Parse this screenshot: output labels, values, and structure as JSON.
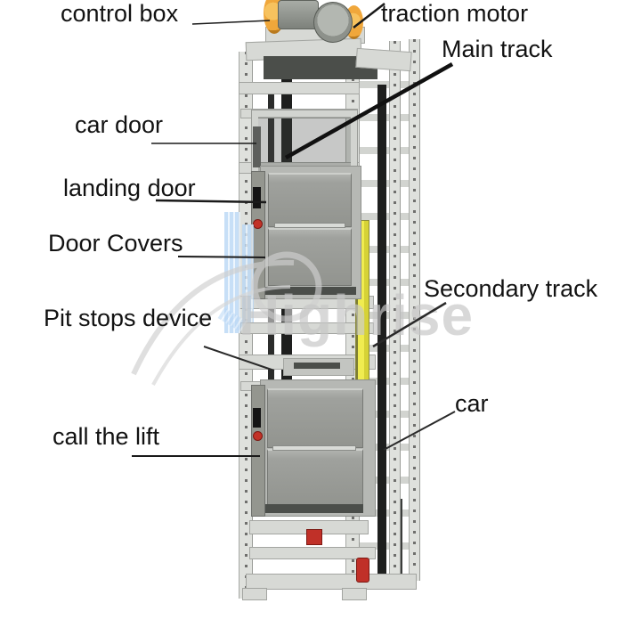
{
  "figure": {
    "type": "labeled-product-diagram",
    "subject": "dumbwaiter food elevator lift structure"
  },
  "labels": {
    "control_box": "control box",
    "traction_motor": "traction motor",
    "main_track": "Main track",
    "car_door": "car door",
    "landing_door": "landing door",
    "door_covers": "Door Covers",
    "pit_stops_device": "Pit stops device",
    "secondary_track": "Secondary track",
    "call_the_lift": "call the lift",
    "car": "car"
  },
  "watermark": {
    "text": "Highrise"
  },
  "colors": {
    "sheave_yellow": "#f0a73b",
    "rail_yellow": "#f0ec50",
    "button_red": "#c23227",
    "buffer_red": "#c03028",
    "watermark_blue": "#b9d7f5",
    "watermark_gray": "#c6c6c6",
    "track_black": "#1e1f1e",
    "frame_gray": "#d7d9d5",
    "label_black": "#121212"
  }
}
